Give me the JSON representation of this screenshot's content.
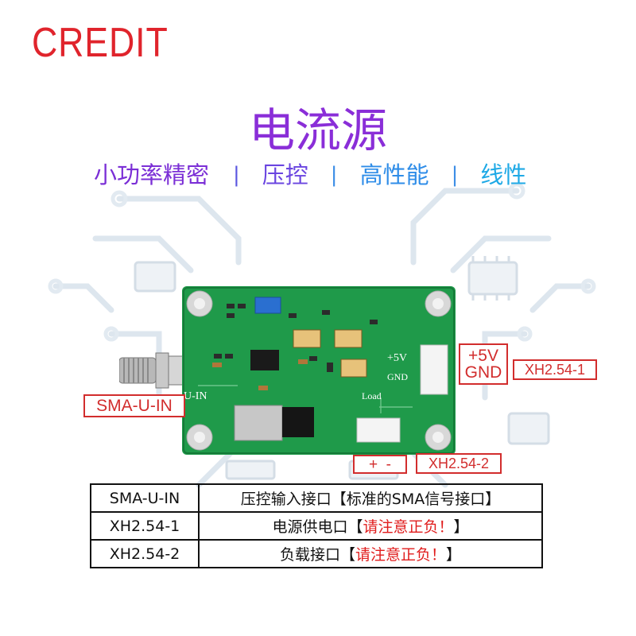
{
  "brand": {
    "logo_text": "CREDIT",
    "logo_color": "#e0242c"
  },
  "title": "电流源",
  "subtitle": {
    "items": [
      "小功率精密",
      "压控",
      "高性能",
      "线性"
    ],
    "separator": "|"
  },
  "board": {
    "input_label": "U-IN",
    "power_label": "+5V",
    "ground_label": "GND",
    "load_label": "Load"
  },
  "callouts": {
    "sma": "SMA-U-IN",
    "power_plus": "+5V",
    "power_gnd": "GND",
    "power_connector": "XH2.54-1",
    "load_polarity": "+  -",
    "load_connector": "XH2.54-2"
  },
  "table": {
    "rows": [
      {
        "name": "SMA-U-IN",
        "desc": "压控输入接口【标准的SMA信号接口】",
        "warn": ""
      },
      {
        "name": "XH2.54-1",
        "desc": "电源供电口【",
        "warn": "请注意正负！",
        "close": "】"
      },
      {
        "name": "XH2.54-2",
        "desc": "负载接口【",
        "warn": "请注意正负！",
        "close": "】"
      }
    ]
  },
  "colors": {
    "title": "#8a2ed8",
    "pcb_green": "#1f9a4a",
    "callout_red": "#d22d2d",
    "warning_red": "#e01b1b"
  }
}
